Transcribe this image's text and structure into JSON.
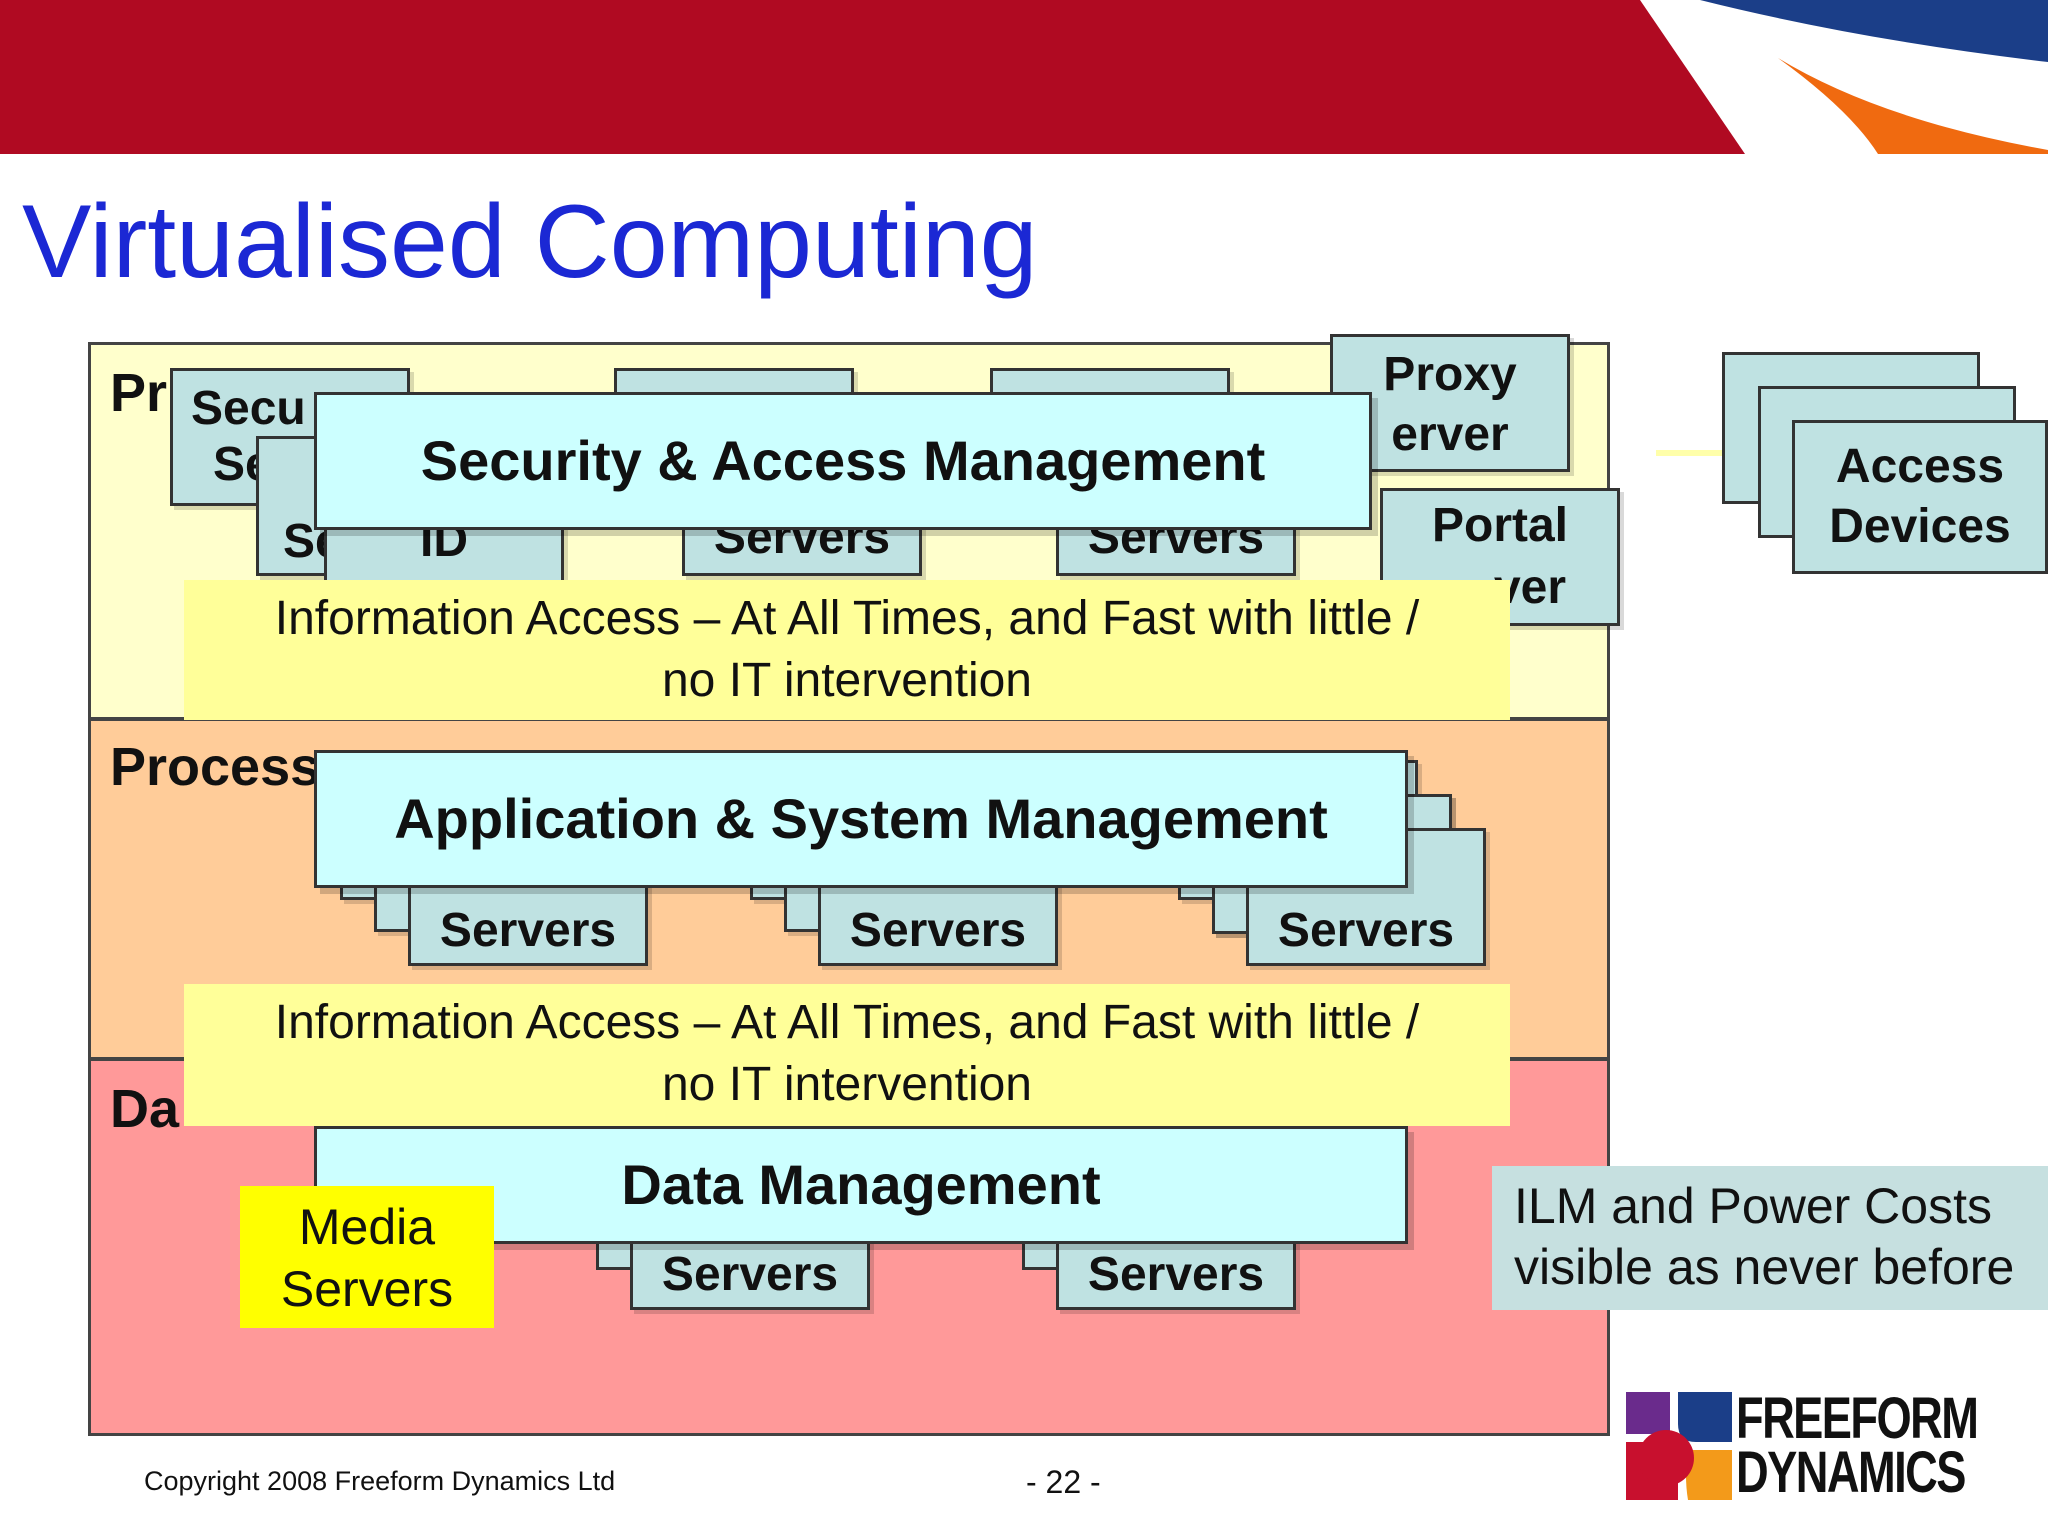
{
  "slide": {
    "title": "Virtualised Computing",
    "copyright": "Copyright 2008 Freeform Dynamics Ltd",
    "page_number": "- 22 -"
  },
  "colors": {
    "banner_red": "#b00a22",
    "banner_blue": "#1b3e88",
    "banner_orange": "#f06a10",
    "title_blue": "#1b28d4",
    "presentation_layer_fill": "#ffffcc",
    "process_layer_fill": "#ffcc99",
    "data_layer_fill": "#ff9999",
    "server_fill": "#bfe2e2",
    "management_fill": "#ccffff",
    "info_access_fill": "#ffff99",
    "media_fill": "#ffff00",
    "ilm_fill": "#c6e0e0"
  },
  "layers": {
    "presentation": {
      "label": "Pr"
    },
    "process": {
      "label": "Process"
    },
    "data": {
      "label": "Da"
    }
  },
  "servers": {
    "security_lines": [
      "Secu",
      "Se"
    ],
    "id_back": "Se",
    "id_line": "ID",
    "presentation_mid": "Servers",
    "presentation_right": "Servers",
    "proxy_lines": [
      "Proxy",
      "erver"
    ],
    "portal_lines": [
      "Portal",
      "ver"
    ],
    "process_left": "Servers",
    "process_mid": "Servers",
    "process_right": "Servers",
    "data_left": "Servers",
    "data_right": "Servers"
  },
  "access_devices": {
    "lines": [
      "Access",
      "Devices"
    ]
  },
  "management": {
    "security": "Security & Access Management",
    "application": "Application & System Management",
    "data": "Data Management"
  },
  "info_access": {
    "upper_lines": [
      "Information Access – At All Times, and Fast with little /",
      "no IT intervention"
    ],
    "lower_lines": [
      "Information Access – At All Times, and Fast with little /",
      "no IT intervention"
    ]
  },
  "media_servers": {
    "lines": [
      "Media",
      "Servers"
    ]
  },
  "ilm_note": {
    "lines": [
      "ILM and Power Costs",
      "visible as never before"
    ]
  },
  "logo": {
    "line1": "FREEFORM",
    "line2": "DYNAMICS"
  }
}
